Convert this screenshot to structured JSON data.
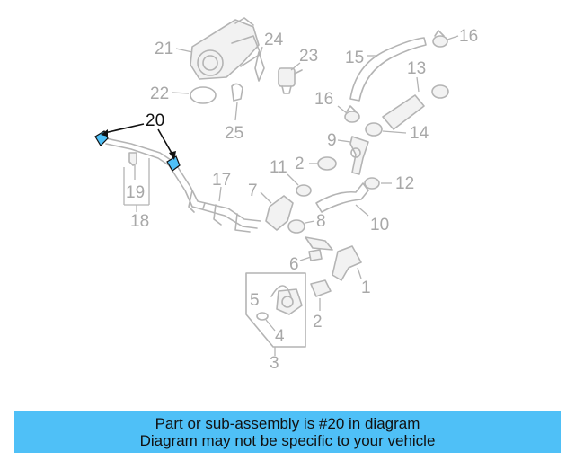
{
  "callouts": {
    "c1": "1",
    "c2a": "2",
    "c2b": "2",
    "c3": "3",
    "c4": "4",
    "c5": "5",
    "c6": "6",
    "c7": "7",
    "c8": "8",
    "c9": "9",
    "c10": "10",
    "c11": "11",
    "c12": "12",
    "c13": "13",
    "c14": "14",
    "c15": "15",
    "c16a": "16",
    "c16b": "16",
    "c17": "17",
    "c18": "18",
    "c19": "19",
    "c20": "20",
    "c21": "21",
    "c22": "22",
    "c23": "23",
    "c24": "24",
    "c25": "25"
  },
  "highlight_color": "#4fc0f7",
  "banner": {
    "line1": "Part or sub-assembly is #20 in diagram",
    "line2": "Diagram may not be specific to your vehicle"
  }
}
